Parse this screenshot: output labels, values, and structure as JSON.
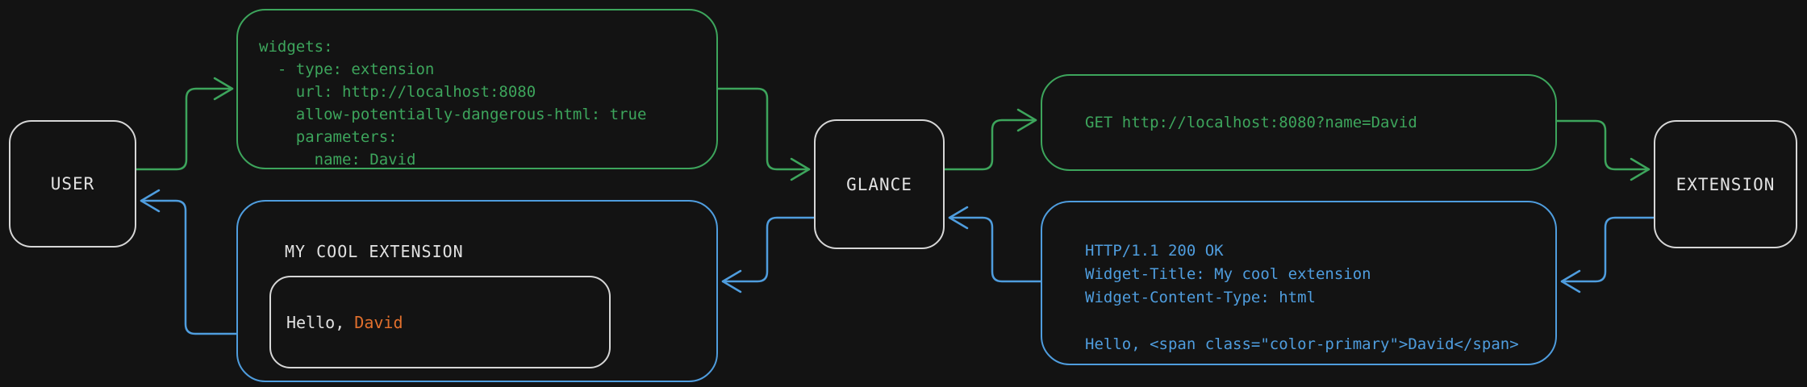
{
  "colors": {
    "background": "#131313",
    "green": "#3da55c",
    "blue": "#4f9dde",
    "orange": "#e2702d",
    "node_border": "#d6d6d6",
    "text_light": "#e2e2e2"
  },
  "nodes": {
    "user": {
      "label": "USER"
    },
    "glance": {
      "label": "GLANCE"
    },
    "extension": {
      "label": "EXTENSION"
    }
  },
  "config_box": {
    "lines": [
      "widgets:",
      "  - type: extension",
      "    url: http://localhost:8080",
      "    allow-potentially-dangerous-html: true",
      "    parameters:",
      "      name: David"
    ]
  },
  "request_box": {
    "text": "GET http://localhost:8080?name=David"
  },
  "response_box": {
    "lines": [
      "HTTP/1.1 200 OK",
      "Widget-Title: My cool extension",
      "Widget-Content-Type: html",
      "",
      "Hello, <span class=\"color-primary\">David</span>"
    ]
  },
  "widget_box": {
    "title": "MY COOL EXTENSION",
    "greeting_prefix": "Hello, ",
    "greeting_name": "David"
  },
  "edges": [
    {
      "from": "user",
      "to": "config_box",
      "color": "green"
    },
    {
      "from": "config_box",
      "to": "glance",
      "color": "green"
    },
    {
      "from": "glance",
      "to": "request_box",
      "color": "green"
    },
    {
      "from": "request_box",
      "to": "extension",
      "color": "green"
    },
    {
      "from": "extension",
      "to": "response_box",
      "color": "blue"
    },
    {
      "from": "response_box",
      "to": "glance",
      "color": "blue"
    },
    {
      "from": "glance",
      "to": "widget_box",
      "color": "blue"
    },
    {
      "from": "widget_box",
      "to": "user",
      "color": "blue"
    }
  ]
}
